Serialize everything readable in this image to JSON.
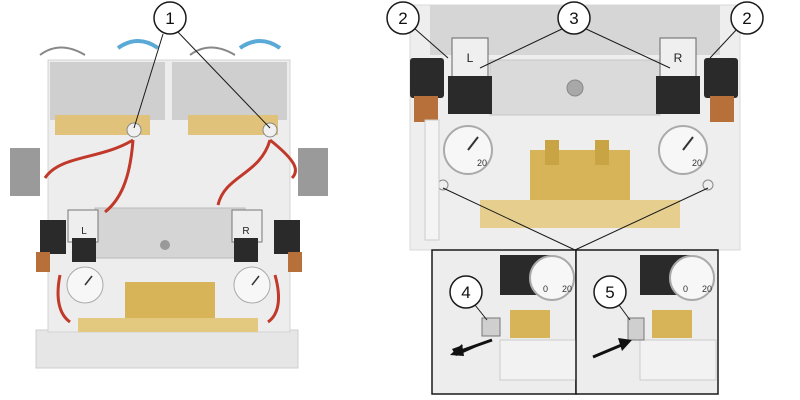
{
  "callouts": [
    {
      "id": "callout-1",
      "label": "1"
    },
    {
      "id": "callout-2-left",
      "label": "2"
    },
    {
      "id": "callout-3",
      "label": "3"
    },
    {
      "id": "callout-2-right",
      "label": "2"
    },
    {
      "id": "callout-4",
      "label": "4"
    },
    {
      "id": "callout-5",
      "label": "5"
    }
  ],
  "valve_labels": {
    "left": "L",
    "right": "R"
  },
  "gauge_scale": {
    "left": "20",
    "right": "20",
    "zero": "0"
  },
  "colors": {
    "outline": "#1a1a1a",
    "machine_gray": "#d9d9d9",
    "machine_dark": "#bdbdbd",
    "brass": "#d8b458",
    "tube_red": "#c0392b",
    "valve_black": "#2a2a2a",
    "copper": "#b8703a",
    "blue_tube": "#5aa9d6"
  },
  "arrows": {
    "callout_4": "out",
    "callout_5": "in"
  }
}
